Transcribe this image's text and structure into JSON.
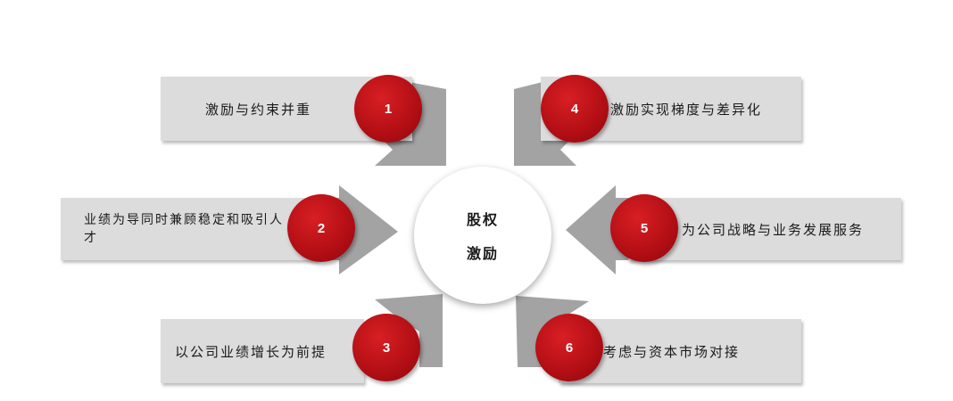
{
  "center": {
    "line1": "股权",
    "line2": "激励"
  },
  "items": [
    {
      "number": "1",
      "text": "激励与约束并重"
    },
    {
      "number": "2",
      "text": "业绩为导同时兼顾稳定和吸引人才"
    },
    {
      "number": "3",
      "text": "以公司业绩增长为前提"
    },
    {
      "number": "4",
      "text": "激励实现梯度与差异化"
    },
    {
      "number": "5",
      "text": "为公司战略与业务发展服务"
    },
    {
      "number": "6",
      "text": "考虑与资本市场对接"
    }
  ],
  "colors": {
    "panel": "#dcdcdc",
    "arrow": "#a3a3a3",
    "badge": "#c0141a",
    "badge_text": "#ffffff"
  }
}
